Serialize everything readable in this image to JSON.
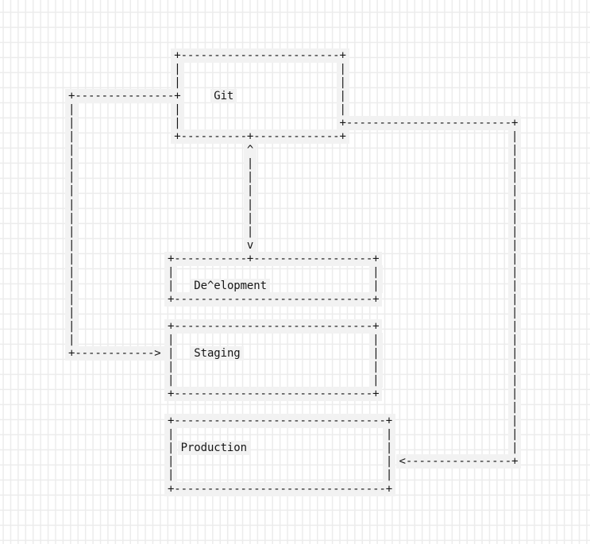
{
  "diagram": {
    "type": "ascii-flowchart",
    "nodes": [
      {
        "label": "Git"
      },
      {
        "label": "De^elopment"
      },
      {
        "label": "Staging"
      },
      {
        "label": "Production"
      }
    ],
    "edges": [
      {
        "from": "Git",
        "to": "De^elopment",
        "arrow": "bidirectional",
        "heads": [
          "^",
          "v"
        ]
      },
      {
        "from": "Git",
        "to": "Staging",
        "arrow": ">",
        "path": "left"
      },
      {
        "from": "Git",
        "to": "Production",
        "arrow": "<",
        "path": "right"
      }
    ],
    "lines": [
      "                +------------------------+",
      "                |                        |",
      "                |                        |",
      "+---------------+     Git                |",
      "|               |                        |",
      "|               |                        +-------------------------+",
      "|               +----------+-------------+                         |",
      "|                          ^                                       |",
      "|                          |                                       |",
      "|                          |                                       |",
      "|                          |                                       |",
      "|                          |                                       |",
      "|                          |                                       |",
      "|                          |                                       |",
      "|                          v                                       |",
      "|              +-----------+------------------+                    |",
      "|              |                              |                    |",
      "|              |   De^elopment                |                    |",
      "|              +------------------------------+                    |",
      "|                                                                  |",
      "|              +------------------------------+                    |",
      "|              |                              |                    |",
      "+------------> |   Staging                    |                    |",
      "               |                              |                    |",
      "               |                              |                    |",
      "               +------------------------------+                    |",
      "                                                                   |",
      "               +--------------------------------+                  |",
      "               |                                |                  |",
      "               | Production                     |                  |",
      "               |                                | <----------------+",
      "               |                                |",
      "               +--------------------------------+"
    ]
  },
  "colors": {
    "background": "#ffffff",
    "grid_line": "#ececec",
    "text": "#161616",
    "line_highlight": "#f2f2f2"
  }
}
